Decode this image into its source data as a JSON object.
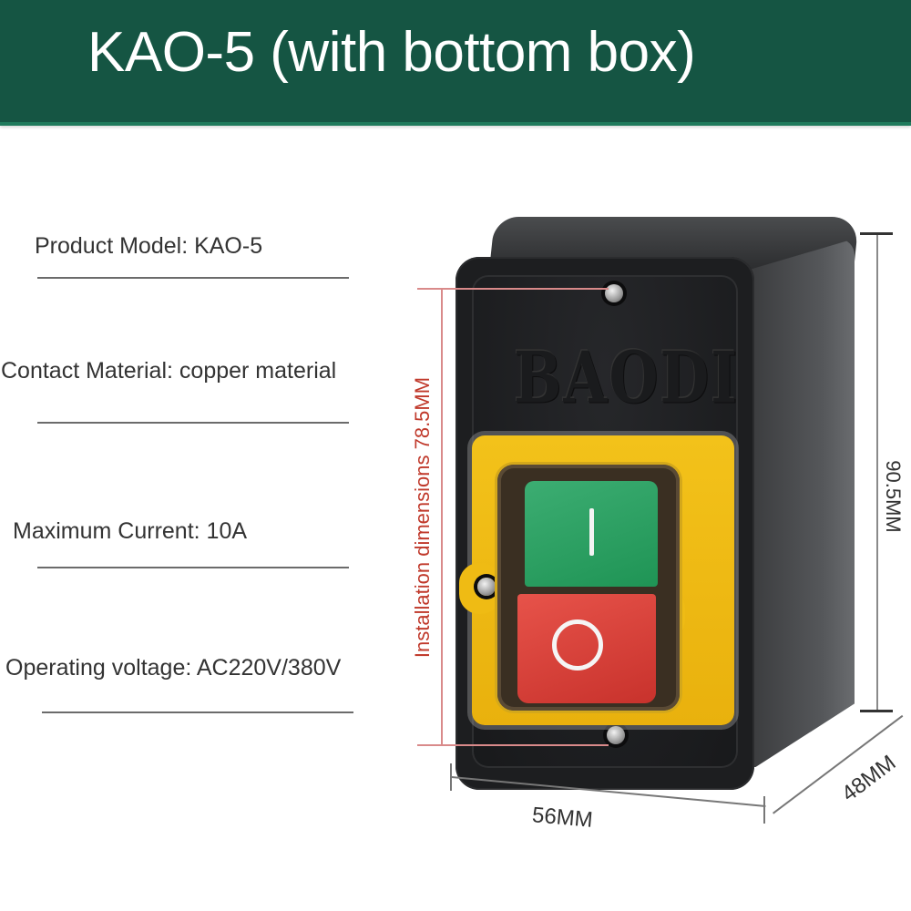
{
  "header": {
    "title": "KAO-5 (with bottom box)",
    "background_color": "#155543",
    "text_color": "#ffffff"
  },
  "specs": [
    {
      "label": "Product Model: KAO-5"
    },
    {
      "label": "Contact Material: copper material"
    },
    {
      "label": "Maximum Current: 10A"
    },
    {
      "label": "Operating voltage: AC220V/380V"
    }
  ],
  "product": {
    "brand_emboss": "BAODI",
    "button_on_symbol": "I",
    "button_off_symbol": "O",
    "colors": {
      "housing": "#1d1e20",
      "frame": "#f0bb14",
      "on_button": "#2aa063",
      "off_button": "#d8403a"
    }
  },
  "dimensions": {
    "installation": "Installation dimensions 78.5MM",
    "height": "90.5MM",
    "width": "56MM",
    "depth": "48MM",
    "installation_color": "#c0392b"
  }
}
